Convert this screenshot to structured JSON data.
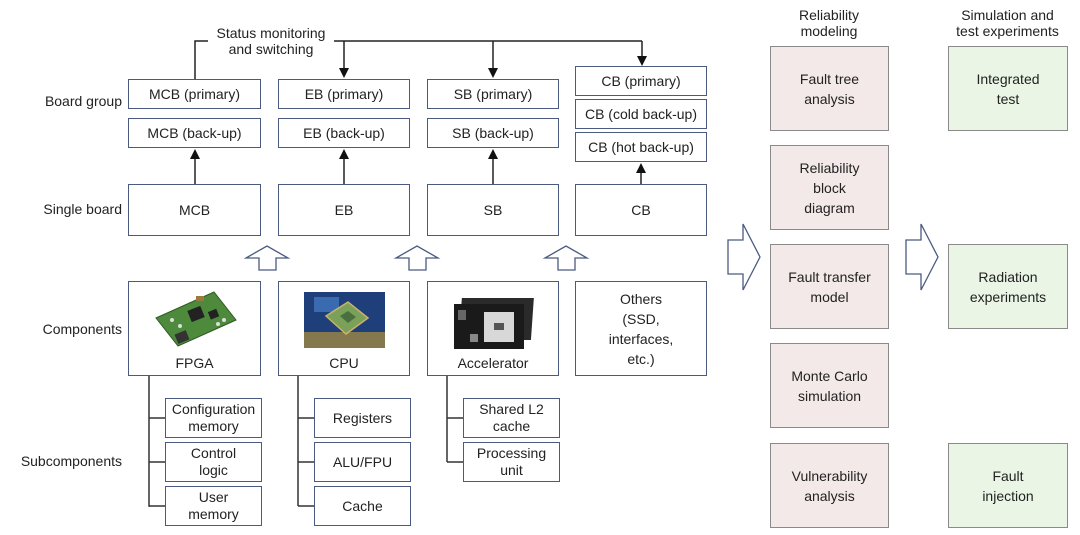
{
  "header": {
    "status_label_line1": "Status monitoring",
    "status_label_line2": "and switching",
    "reliability_heading_line1": "Reliability",
    "reliability_heading_line2": "modeling",
    "test_heading_line1": "Simulation and",
    "test_heading_line2": "test experiments"
  },
  "row_labels": {
    "board_group": "Board group",
    "single_board": "Single board",
    "components": "Components",
    "subcomponents": "Subcomponents"
  },
  "board_group": {
    "mcb": [
      "MCB (primary)",
      "MCB (back-up)"
    ],
    "eb": [
      "EB (primary)",
      "EB (back-up)"
    ],
    "sb": [
      "SB (primary)",
      "SB (back-up)"
    ],
    "cb": [
      "CB (primary)",
      "CB (cold back-up)",
      "CB (hot back-up)"
    ]
  },
  "single_board": [
    "MCB",
    "EB",
    "SB",
    "CB"
  ],
  "components": {
    "fpga": "FPGA",
    "cpu": "CPU",
    "accelerator": "Accelerator",
    "others": [
      "Others",
      "(SSD,",
      "interfaces,",
      "etc.)"
    ]
  },
  "subcomponents": {
    "fpga": [
      [
        "Configuration",
        "memory"
      ],
      [
        "Control",
        "logic"
      ],
      [
        "User",
        "memory"
      ]
    ],
    "cpu": [
      "Registers",
      "ALU/FPU",
      "Cache"
    ],
    "accelerator": [
      [
        "Shared L2",
        "cache"
      ],
      [
        "Processing",
        "unit"
      ]
    ]
  },
  "reliability_modeling": [
    [
      "Fault tree",
      "analysis"
    ],
    [
      "Reliability",
      "block",
      "diagram"
    ],
    [
      "Fault transfer",
      "model"
    ],
    [
      "Monte Carlo",
      "simulation"
    ],
    [
      "Vulnerability",
      "analysis"
    ]
  ],
  "test_experiments": [
    [
      "Integrated",
      "test"
    ],
    [
      "Radiation",
      "experiments"
    ],
    [
      "Fault",
      "injection"
    ]
  ],
  "colors": {
    "box_border": "#4a5a80",
    "reliability_fill": "#f3e9e8",
    "test_fill": "#eaf5e6"
  }
}
